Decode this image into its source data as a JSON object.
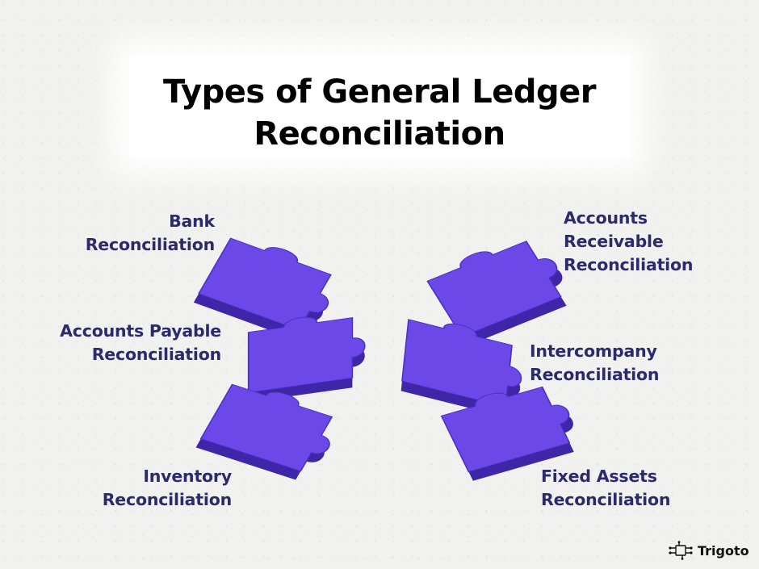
{
  "title": {
    "line1": "Types of General Ledger",
    "line2": "Reconciliation"
  },
  "labels": {
    "bank": [
      "Bank",
      "Reconciliation"
    ],
    "accounts_payable": [
      "Accounts Payable",
      "Reconciliation"
    ],
    "inventory": [
      "Inventory",
      "Reconciliation"
    ],
    "accounts_receivable": [
      "Accounts",
      "Receivable",
      "Reconciliation"
    ],
    "intercompany": [
      "Intercompany",
      "Reconciliation"
    ],
    "fixed_assets": [
      "Fixed Assets",
      "Reconciliation"
    ]
  },
  "logo": {
    "text": "Trigoto",
    "icon": "circuit-chip-icon"
  },
  "colors": {
    "piece_top": "#6d48e8",
    "piece_side": "#3f26a8",
    "piece_edge": "#4b2fc0",
    "label_text": "#2c2a6b",
    "title_text": "#000000"
  }
}
